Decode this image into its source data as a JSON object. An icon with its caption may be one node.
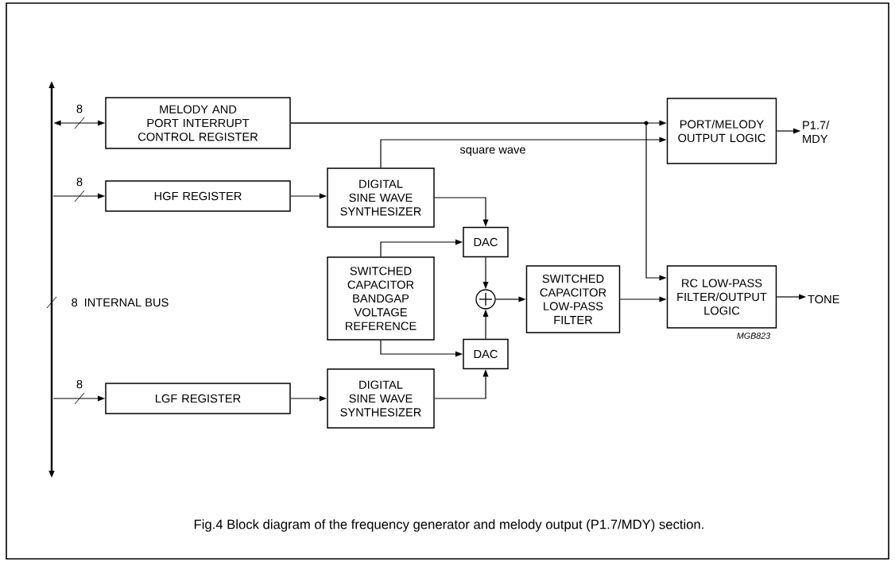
{
  "diagram": {
    "caption": "Fig.4 Block diagram of the frequency generator and melody output (P1.7/MDY) section.",
    "nodes": [
      {
        "text": [],
        "shape": "bar",
        "beside": [
          "8",
          "INTERNAL BUS"
        ]
      },
      {
        "text": [
          "MELODY AND PORT INTERRUPT CONTROL REGISTER"
        ]
      },
      {
        "text": [
          "HGF REGISTER"
        ]
      },
      {
        "text": [
          "DIGITAL SINE WAVE SYNTHESIZER"
        ]
      },
      {
        "text": [
          "DAC"
        ]
      },
      {
        "text": [
          "SWITCHED CAPACITOR BANDGAP VOLTAGE REFERENCE"
        ]
      },
      {
        "text": [],
        "shape": "circle"
      },
      {
        "text": [
          "SWITCHED CAPACITOR LOW-PASS FILTER"
        ]
      },
      {
        "text": [
          "DAC"
        ]
      },
      {
        "text": [
          "LGF REGISTER"
        ]
      },
      {
        "text": [
          "DIGITAL SINE WAVE SYNTHESIZER"
        ]
      },
      {
        "text": [
          "PORT/MELODY OUTPUT LOGIC"
        ]
      },
      {
        "text": [
          "RC LOW-PASS FILTER/OUTPUT LOGIC"
        ]
      },
      {
        "text": [
          "P1.7/ MDY"
        ]
      },
      {
        "text": [
          "TONE"
        ]
      }
    ],
    "edges": [
      {
        "from": 0,
        "to": 1,
        "arrow": "both",
        "label": "8"
      },
      {
        "from": 0,
        "to": 2,
        "arrow": "to",
        "label": "8"
      },
      {
        "from": 0,
        "to": 9,
        "arrow": "to",
        "label": "8"
      },
      {
        "from": 2,
        "to": 3,
        "arrow": "to"
      },
      {
        "from": 9,
        "to": 10,
        "arrow": "to"
      },
      {
        "from": 3,
        "to": 4,
        "arrow": "to"
      },
      {
        "from": 5,
        "to": 4,
        "arrow": "to"
      },
      {
        "from": 5,
        "to": 8,
        "arrow": "to"
      },
      {
        "from": 10,
        "to": 8,
        "arrow": "to"
      },
      {
        "from": 4,
        "to": 6,
        "arrow": "to"
      },
      {
        "from": 8,
        "to": 6,
        "arrow": "to"
      },
      {
        "from": 6,
        "to": 7,
        "arrow": "to"
      },
      {
        "from": 7,
        "to": 12,
        "arrow": "to"
      },
      {
        "from": 1,
        "to": 11,
        "arrow": "to"
      },
      {
        "from": 1,
        "to": 12,
        "arrow": "to"
      },
      {
        "from": 3,
        "to": 11,
        "arrow": "to",
        "label": "square wave"
      },
      {
        "from": 11,
        "to": 13,
        "arrow": "to"
      },
      {
        "from": 12,
        "to": 14,
        "arrow": "to"
      }
    ],
    "labels": [
      "MGB823"
    ]
  }
}
